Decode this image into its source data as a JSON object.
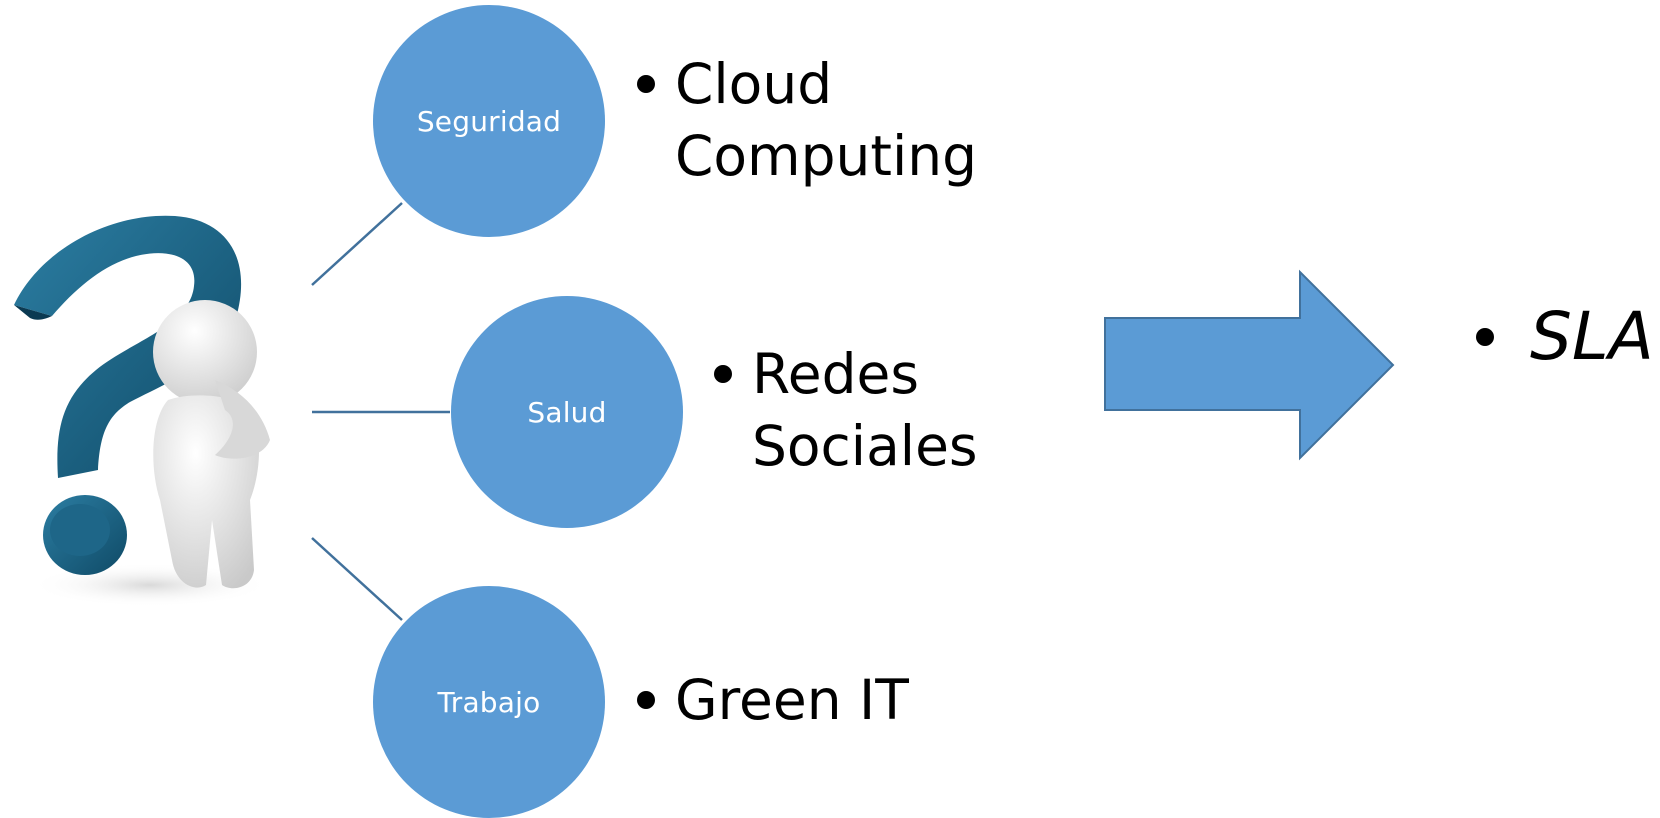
{
  "diagram": {
    "nodes": [
      {
        "id": "seguridad",
        "label": "Seguridad"
      },
      {
        "id": "salud",
        "label": "Salud"
      },
      {
        "id": "trabajo",
        "label": "Trabajo"
      }
    ],
    "bullets": [
      {
        "text": "Cloud\nComputing"
      },
      {
        "text": "Redes\nSociales"
      },
      {
        "text": "Green IT"
      }
    ],
    "result": {
      "text": "SLA"
    },
    "colors": {
      "node_fill": "#5b9bd5",
      "connector": "#41719c",
      "arrow_fill": "#5b9bd5",
      "arrow_stroke": "#41719c",
      "question_mark": "#1f5f7f",
      "figure": "#e6e6e6"
    },
    "icons": {
      "thinking_person": "thinking-person-with-question-mark-icon",
      "arrow": "right-arrow-icon"
    }
  }
}
